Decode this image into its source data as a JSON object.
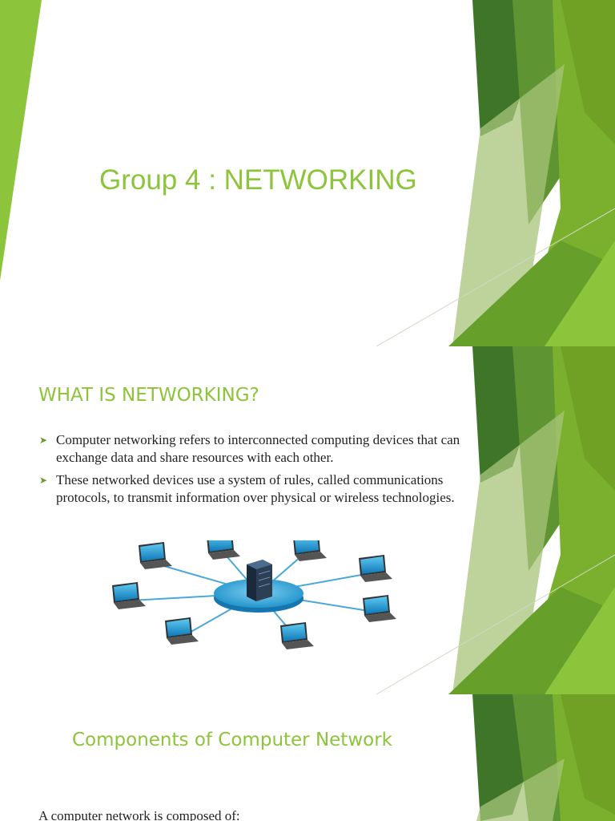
{
  "slides": [
    {
      "title": "Group 4 : NETWORKING"
    },
    {
      "title": "WHAT IS NETWORKING?",
      "bullets": [
        "Computer networking refers to interconnected computing devices that can exchange data and share resources with each other.",
        "These networked devices use a system of rules, called communications protocols, to transmit information over physical or wireless technologies."
      ],
      "bullet_icon": "arrow-bullet-icon",
      "image": "network-diagram-icon"
    },
    {
      "title": "Components of Computer Network",
      "paragraph": "A computer network is composed of:"
    }
  ],
  "colors": {
    "accent": "#8cc43b",
    "dark_green": "#3f7a2a",
    "mid_green": "#6e9e22",
    "light_green": "#9cc83a"
  }
}
